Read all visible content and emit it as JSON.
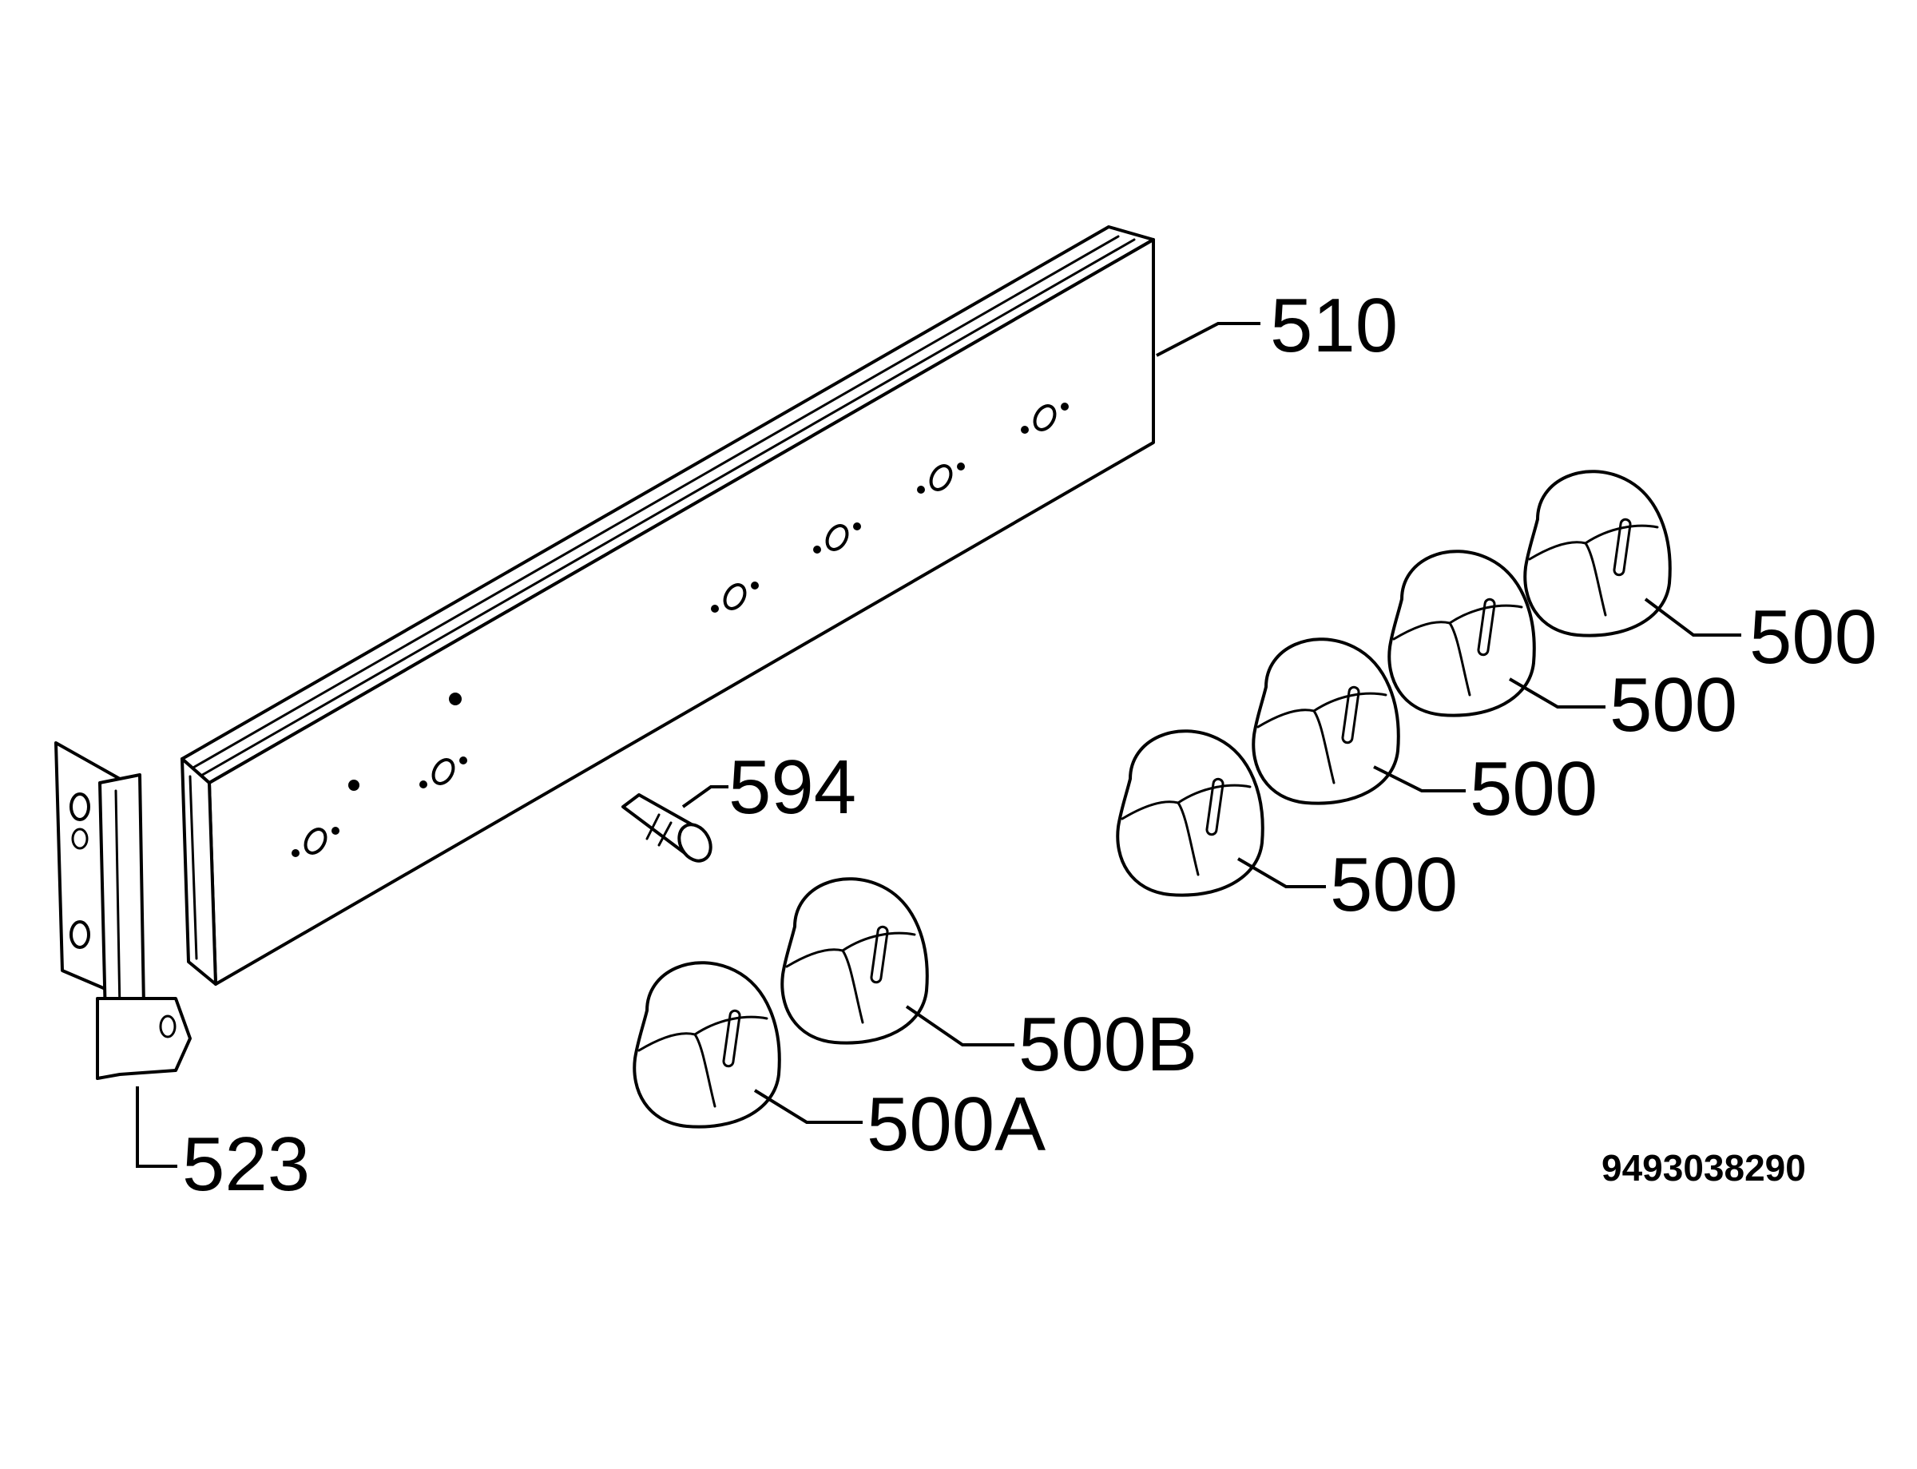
{
  "diagram": {
    "callouts": {
      "control_panel": "510",
      "indicator_lamp": "594",
      "end_bracket": "523",
      "knob_1": "500",
      "knob_2": "500",
      "knob_3": "500",
      "knob_4": "500",
      "knob_a": "500A",
      "knob_b": "500B"
    },
    "document_code": "9493038290"
  }
}
